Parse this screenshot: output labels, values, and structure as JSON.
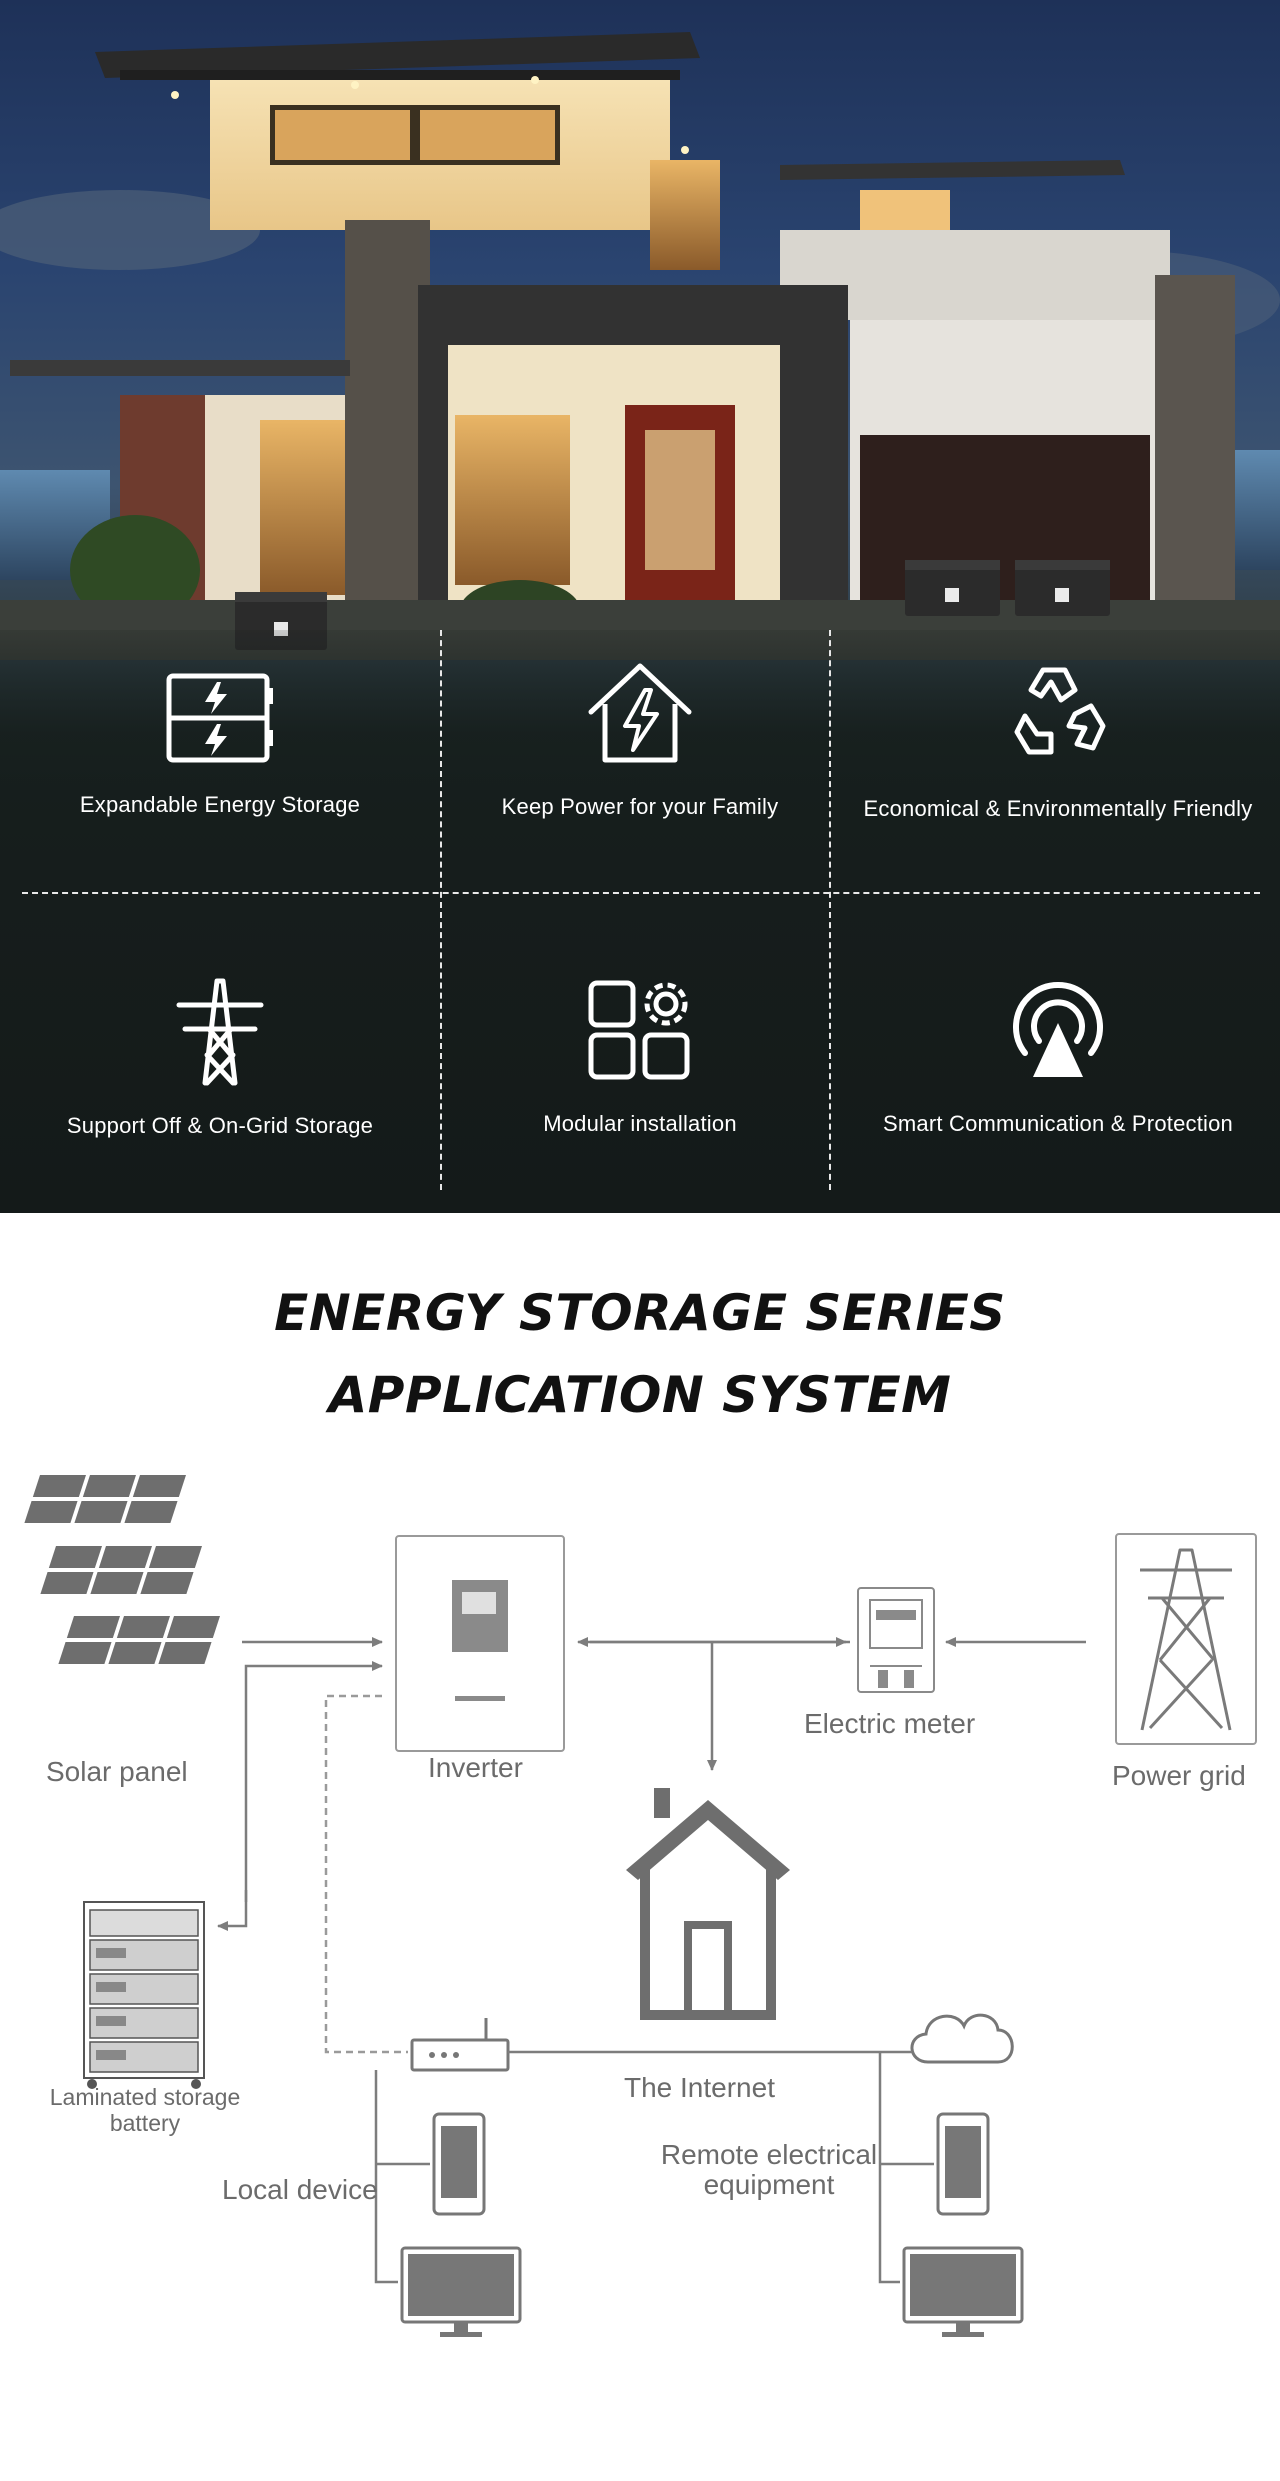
{
  "features": [
    {
      "label": "Expandable Energy Storage",
      "icon": "battery-icon"
    },
    {
      "label": "Keep Power for your Family",
      "icon": "house-lightning-icon"
    },
    {
      "label": "Economical & Environmentally Friendly",
      "icon": "recycle-icon"
    },
    {
      "label": "Support Off & On-Grid Storage",
      "icon": "power-tower-icon"
    },
    {
      "label": "Modular installation",
      "icon": "modules-gear-icon"
    },
    {
      "label": "Smart Communication & Protection",
      "icon": "signal-icon"
    }
  ],
  "title": {
    "line1": "ENERGY STORAGE SERIES",
    "line2": "APPLICATION SYSTEM"
  },
  "diagram": {
    "solar_panel": "Solar panel",
    "inverter": "Inverter",
    "electric_meter": "Electric meter",
    "power_grid": "Power grid",
    "battery_line1": "Laminated storage",
    "battery_line2": "battery",
    "internet": "The Internet",
    "local_device": "Local device",
    "remote_line1": "Remote electrical",
    "remote_line2": "equipment"
  },
  "colors": {
    "diagram_line": "#7d7d7d",
    "diagram_fill": "#6e6e6e",
    "hero_dark": "#161d1c"
  }
}
